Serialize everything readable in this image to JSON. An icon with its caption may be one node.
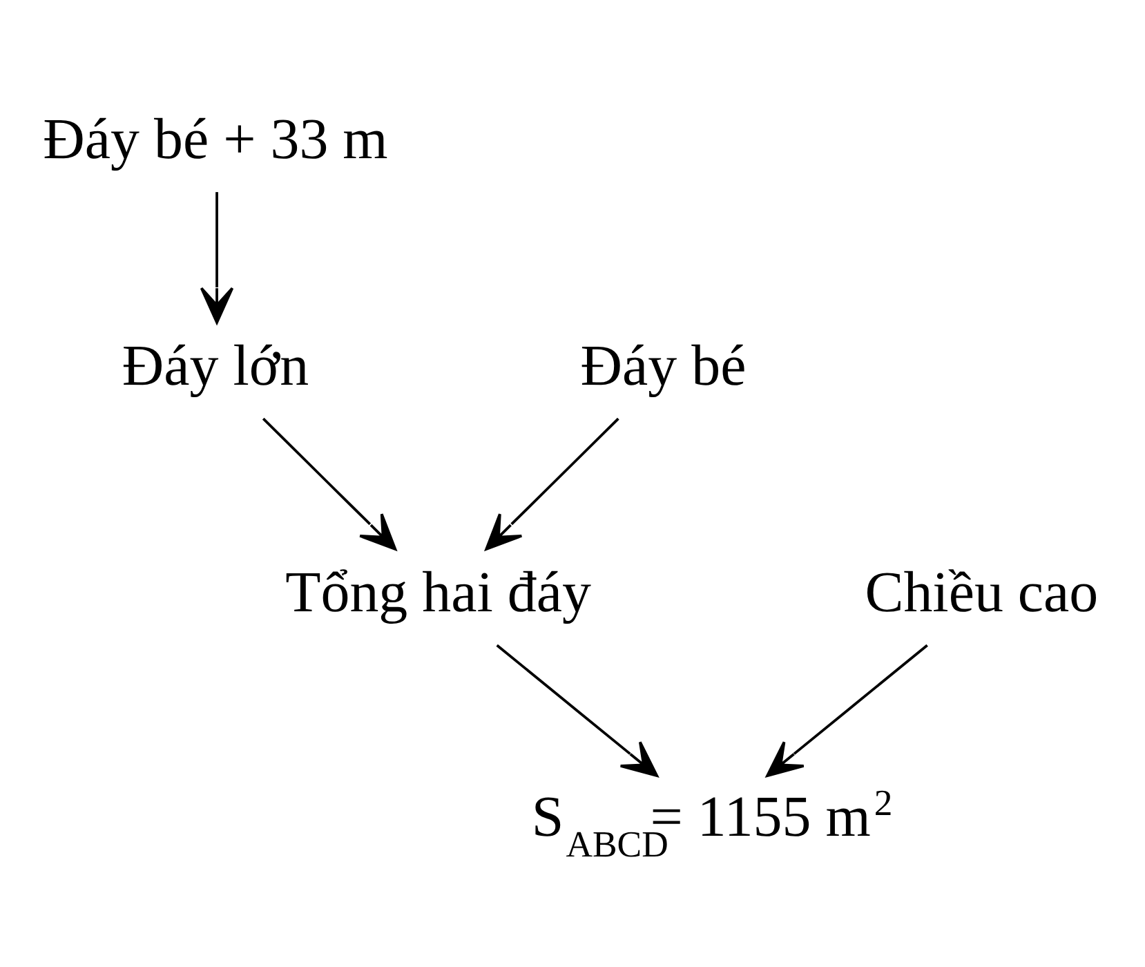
{
  "diagram": {
    "nodes": [
      {
        "text": [
          "Đáy bé + 33 m"
        ]
      },
      {
        "text": [
          "Đáy bé"
        ]
      },
      {
        "text": [
          "Đáy lớn"
        ]
      },
      {
        "text": [
          "Tổng hai đáy"
        ]
      },
      {
        "text": [
          "Chiều cao"
        ]
      },
      {
        "text": [
          "S$_{ABCD}$= 1155 m$^{2}$"
        ]
      }
    ],
    "edges": [
      {
        "from": 0,
        "to": 2,
        "arrow": "to"
      },
      {
        "from": 1,
        "to": 3,
        "arrow": "to"
      },
      {
        "from": 2,
        "to": 3,
        "arrow": "to"
      },
      {
        "from": 3,
        "to": 5,
        "arrow": "to"
      },
      {
        "from": 4,
        "to": 5,
        "arrow": "to"
      }
    ]
  }
}
